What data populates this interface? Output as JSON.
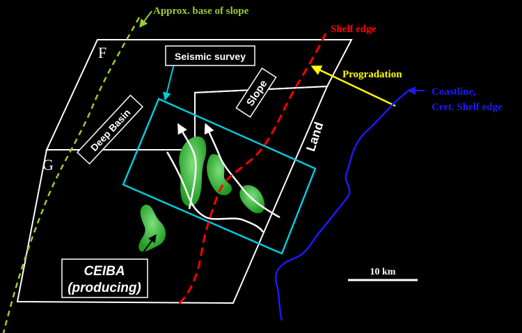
{
  "labels": {
    "base_of_slope": "Approx. base of slope",
    "shelf_edge": "Shelf edge",
    "progradation": "Progradation",
    "coastline_1": "Coastline,",
    "coastline_2": "Cret. Shelf edge",
    "seismic_survey": "Seismic survey",
    "slope": "Slope",
    "deep_basin": "Deep Basin",
    "land": "Land",
    "block_f": "F",
    "block_g": "G",
    "ceiba_1": "CEIBA",
    "ceiba_2": "(producing)",
    "scale": "10 km"
  },
  "colors": {
    "background": "#000000",
    "outline": "#ffffff",
    "base_of_slope": "#9acd32",
    "shelf_edge": "#ff0000",
    "progradation": "#ffff00",
    "coastline": "#1a1aff",
    "seismic": "#00ccdd",
    "channel_fill": "#33bb33"
  }
}
